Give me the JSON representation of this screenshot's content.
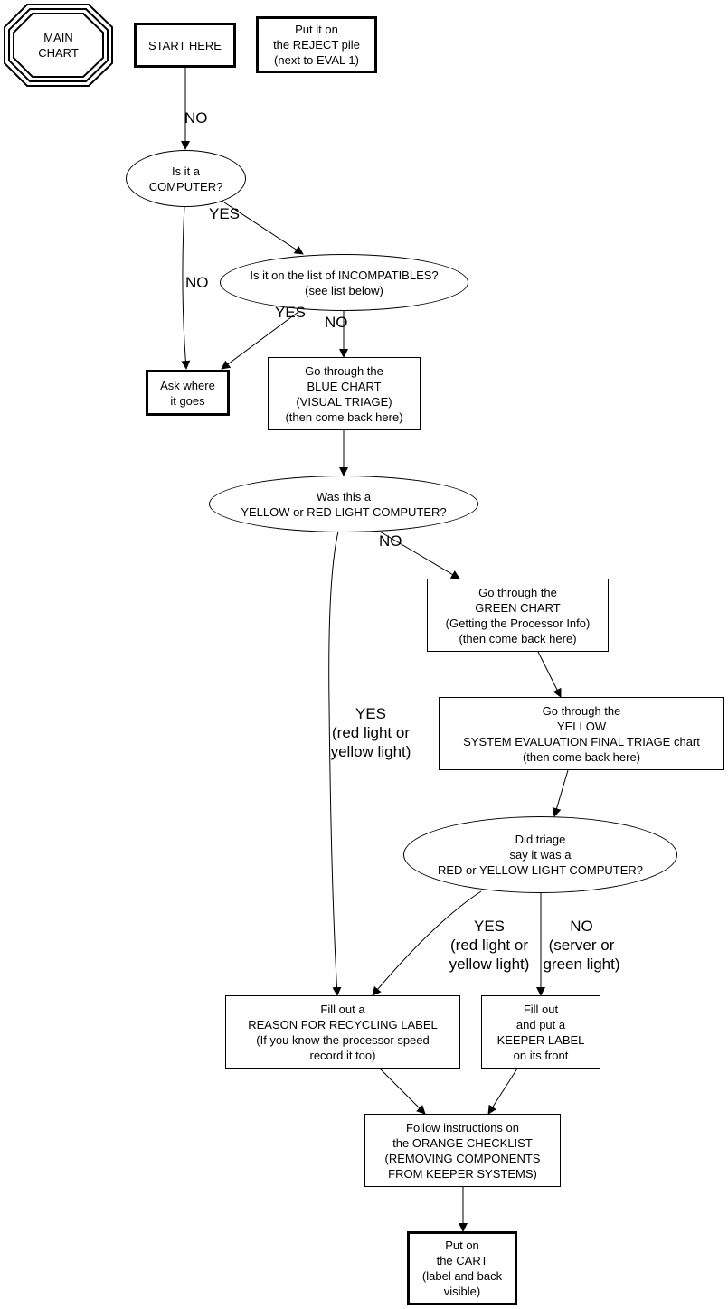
{
  "title": "MAIN CHART",
  "nodes": {
    "main_chart": [
      "MAIN",
      "CHART"
    ],
    "start": [
      "START HERE"
    ],
    "reject": [
      "Put it on",
      "the REJECT pile",
      "(next to EVAL 1)"
    ],
    "is_computer": [
      "Is it a",
      "COMPUTER?"
    ],
    "incompatibles": [
      "Is it on the list of INCOMPATIBLES?",
      "(see list below)"
    ],
    "ask_where": [
      "Ask where",
      "it goes"
    ],
    "blue_chart": [
      "Go through the",
      "BLUE CHART",
      "(VISUAL TRIAGE)",
      "(then come back here)"
    ],
    "yellow_red_q": [
      "Was this a",
      "YELLOW or RED LIGHT COMPUTER?"
    ],
    "green_chart": [
      "Go through the",
      "GREEN CHART",
      "(Getting the Processor Info)",
      "(then come back here)"
    ],
    "yellow_chart": [
      "Go through the",
      "YELLOW",
      "SYSTEM EVALUATION FINAL TRIAGE chart",
      "(then come back here)"
    ],
    "triage_q": [
      "Did triage",
      "say it was a",
      "RED or YELLOW LIGHT COMPUTER?"
    ],
    "recycling_label": [
      "Fill out a",
      "REASON FOR RECYCLING LABEL",
      "(If you know the processor speed",
      "record it too)"
    ],
    "keeper_label": [
      "Fill out",
      "and put a",
      "KEEPER LABEL",
      "on its front"
    ],
    "orange_checklist": [
      "Follow instructions on",
      "the ORANGE CHECKLIST",
      "(REMOVING COMPONENTS",
      "FROM KEEPER SYSTEMS)"
    ],
    "cart": [
      "Put on",
      "the CART",
      "(label and back",
      "visible)"
    ]
  },
  "edge_labels": {
    "start_no": [
      "NO"
    ],
    "computer_yes": [
      "YES"
    ],
    "computer_no": [
      "NO"
    ],
    "incompat_yes": [
      "YES"
    ],
    "incompat_no": [
      "NO"
    ],
    "yr_no": [
      "NO"
    ],
    "yr_yes": [
      "YES",
      "(red light or",
      "yellow light)"
    ],
    "triage_yes": [
      "YES",
      "(red light or",
      "yellow light)"
    ],
    "triage_no": [
      "NO",
      "(server or",
      "green light)"
    ]
  },
  "edges": [
    {
      "from": "start",
      "to": "is_computer",
      "label": "NO"
    },
    {
      "from": "is_computer",
      "to": "incompatibles",
      "label": "YES"
    },
    {
      "from": "is_computer",
      "to": "ask_where",
      "label": "NO"
    },
    {
      "from": "incompatibles",
      "to": "ask_where",
      "label": "YES"
    },
    {
      "from": "incompatibles",
      "to": "blue_chart",
      "label": "NO"
    },
    {
      "from": "blue_chart",
      "to": "yellow_red_q",
      "label": ""
    },
    {
      "from": "yellow_red_q",
      "to": "green_chart",
      "label": "NO"
    },
    {
      "from": "yellow_red_q",
      "to": "recycling_label",
      "label": "YES"
    },
    {
      "from": "green_chart",
      "to": "yellow_chart",
      "label": ""
    },
    {
      "from": "yellow_chart",
      "to": "triage_q",
      "label": ""
    },
    {
      "from": "triage_q",
      "to": "recycling_label",
      "label": "YES"
    },
    {
      "from": "triage_q",
      "to": "keeper_label",
      "label": "NO"
    },
    {
      "from": "recycling_label",
      "to": "orange_checklist",
      "label": ""
    },
    {
      "from": "keeper_label",
      "to": "orange_checklist",
      "label": ""
    },
    {
      "from": "orange_checklist",
      "to": "cart",
      "label": ""
    }
  ]
}
